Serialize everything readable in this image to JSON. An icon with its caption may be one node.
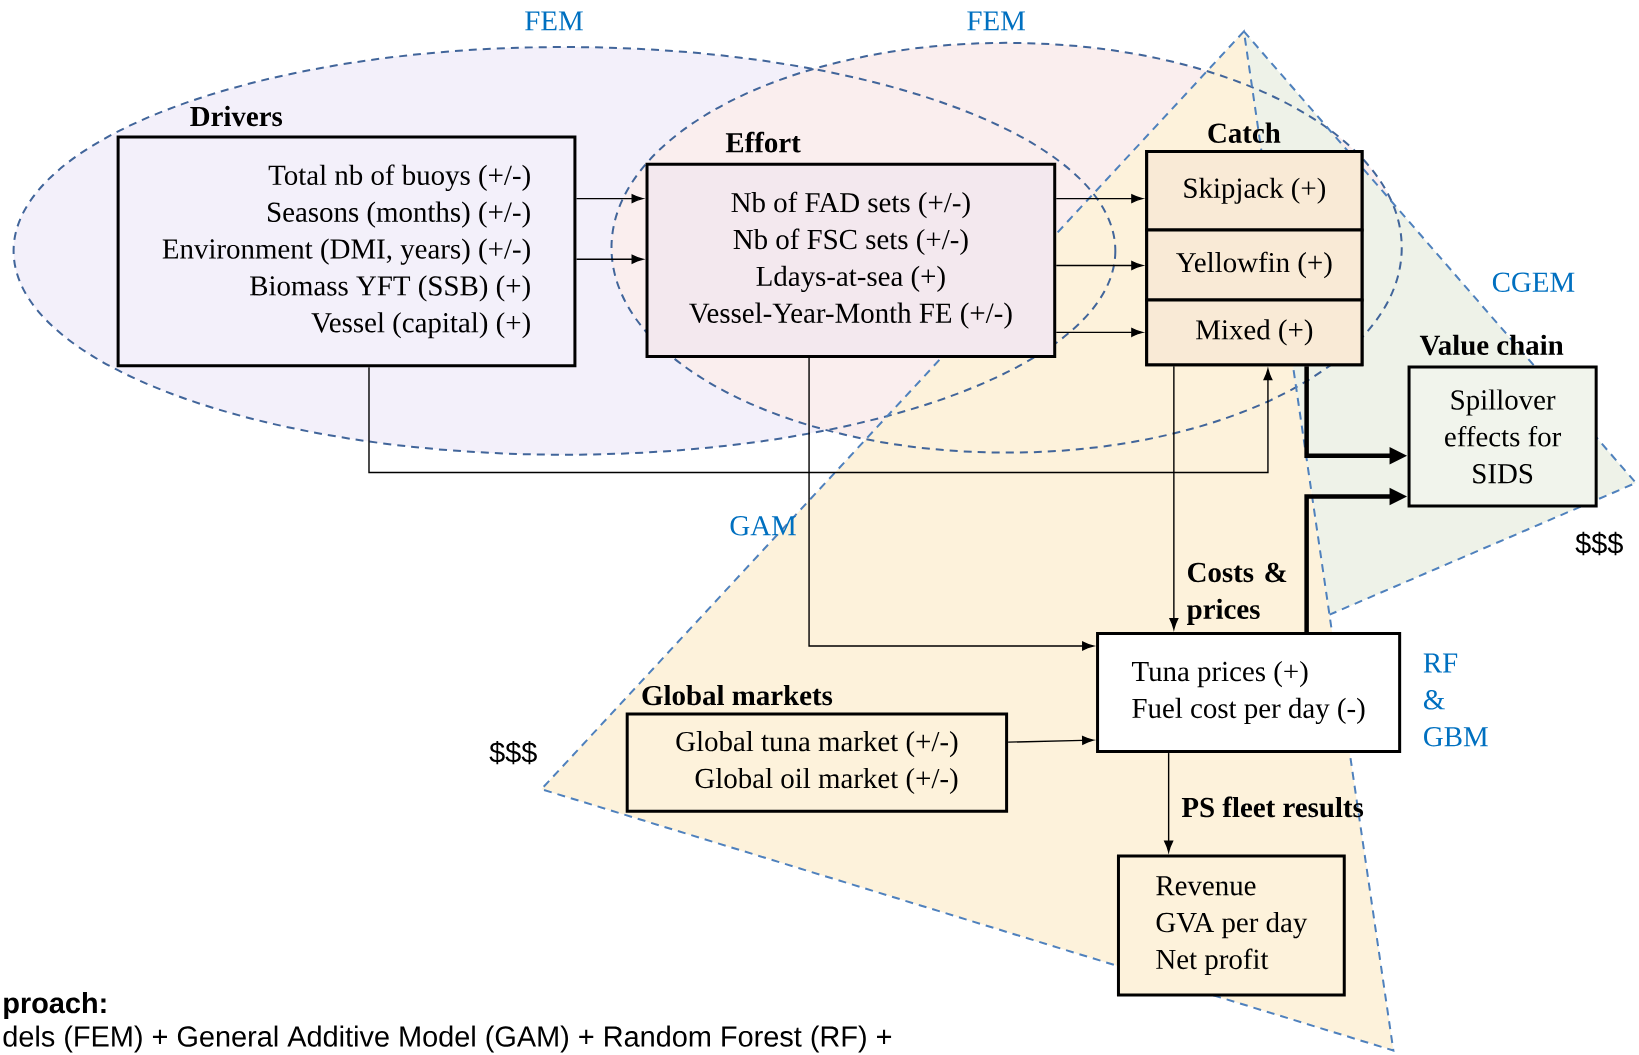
{
  "diagram": {
    "nodes": [
      {
        "text": [
          "Drivers",
          "Total nb of buoys (+/-)",
          "Seasons (months) (+/-)",
          "Environment (DMI, years) (+/-)",
          "Biomass YFT (SSB) (+)",
          "Vessel (capital) (+)"
        ]
      },
      {
        "text": [
          "Effort",
          "Nb of FAD sets (+/-)",
          "Nb of FSC sets (+/-)",
          "Ldays-at-sea (+)",
          "Vessel-Year-Month FE (+/-)"
        ]
      },
      {
        "text": [
          "Catch"
        ]
      },
      {
        "text": [
          "Skipjack (+)"
        ],
        "in": 2
      },
      {
        "text": [
          "Yellowfin (+)"
        ],
        "in": 2
      },
      {
        "text": [
          "Mixed (+)"
        ],
        "in": 2
      },
      {
        "text": [
          "Value chain",
          "Spillover effects for SIDS"
        ]
      },
      {
        "text": [
          "Global markets",
          "Global tuna market (+/-)",
          "Global oil market (+/-)"
        ]
      },
      {
        "text": [
          "Costs & prices",
          "Tuna prices (+)",
          "Fuel cost per day (-)"
        ]
      },
      {
        "text": [
          "PS fleet results",
          "Revenue",
          "GVA per day",
          "Net profit"
        ]
      }
    ],
    "edges": [
      {
        "from": 0,
        "to": 1,
        "arrow": "to"
      },
      {
        "from": 0,
        "to": 1,
        "arrow": "to"
      },
      {
        "from": 1,
        "to": 3,
        "arrow": "to"
      },
      {
        "from": 1,
        "to": 4,
        "arrow": "to"
      },
      {
        "from": 1,
        "to": 5,
        "arrow": "to"
      },
      {
        "from": 0,
        "to": 5,
        "arrow": "to"
      },
      {
        "from": 1,
        "to": 8,
        "arrow": "to"
      },
      {
        "from": 5,
        "to": 8,
        "arrow": "to"
      },
      {
        "from": 7,
        "to": 8,
        "arrow": "to"
      },
      {
        "from": 8,
        "to": 9,
        "arrow": "to"
      },
      {
        "from": 2,
        "to": 6,
        "arrow": "to",
        "style": "thick"
      },
      {
        "from": 8,
        "to": 6,
        "arrow": "to",
        "style": "thick"
      }
    ],
    "labels": [
      "FEM",
      "FEM",
      "CGEM",
      "GAM",
      "RF & GBM",
      "$$$",
      "$$$",
      "proach:",
      "dels (FEM) + General Additive Model (GAM) + Random Forest (RF) +"
    ]
  }
}
